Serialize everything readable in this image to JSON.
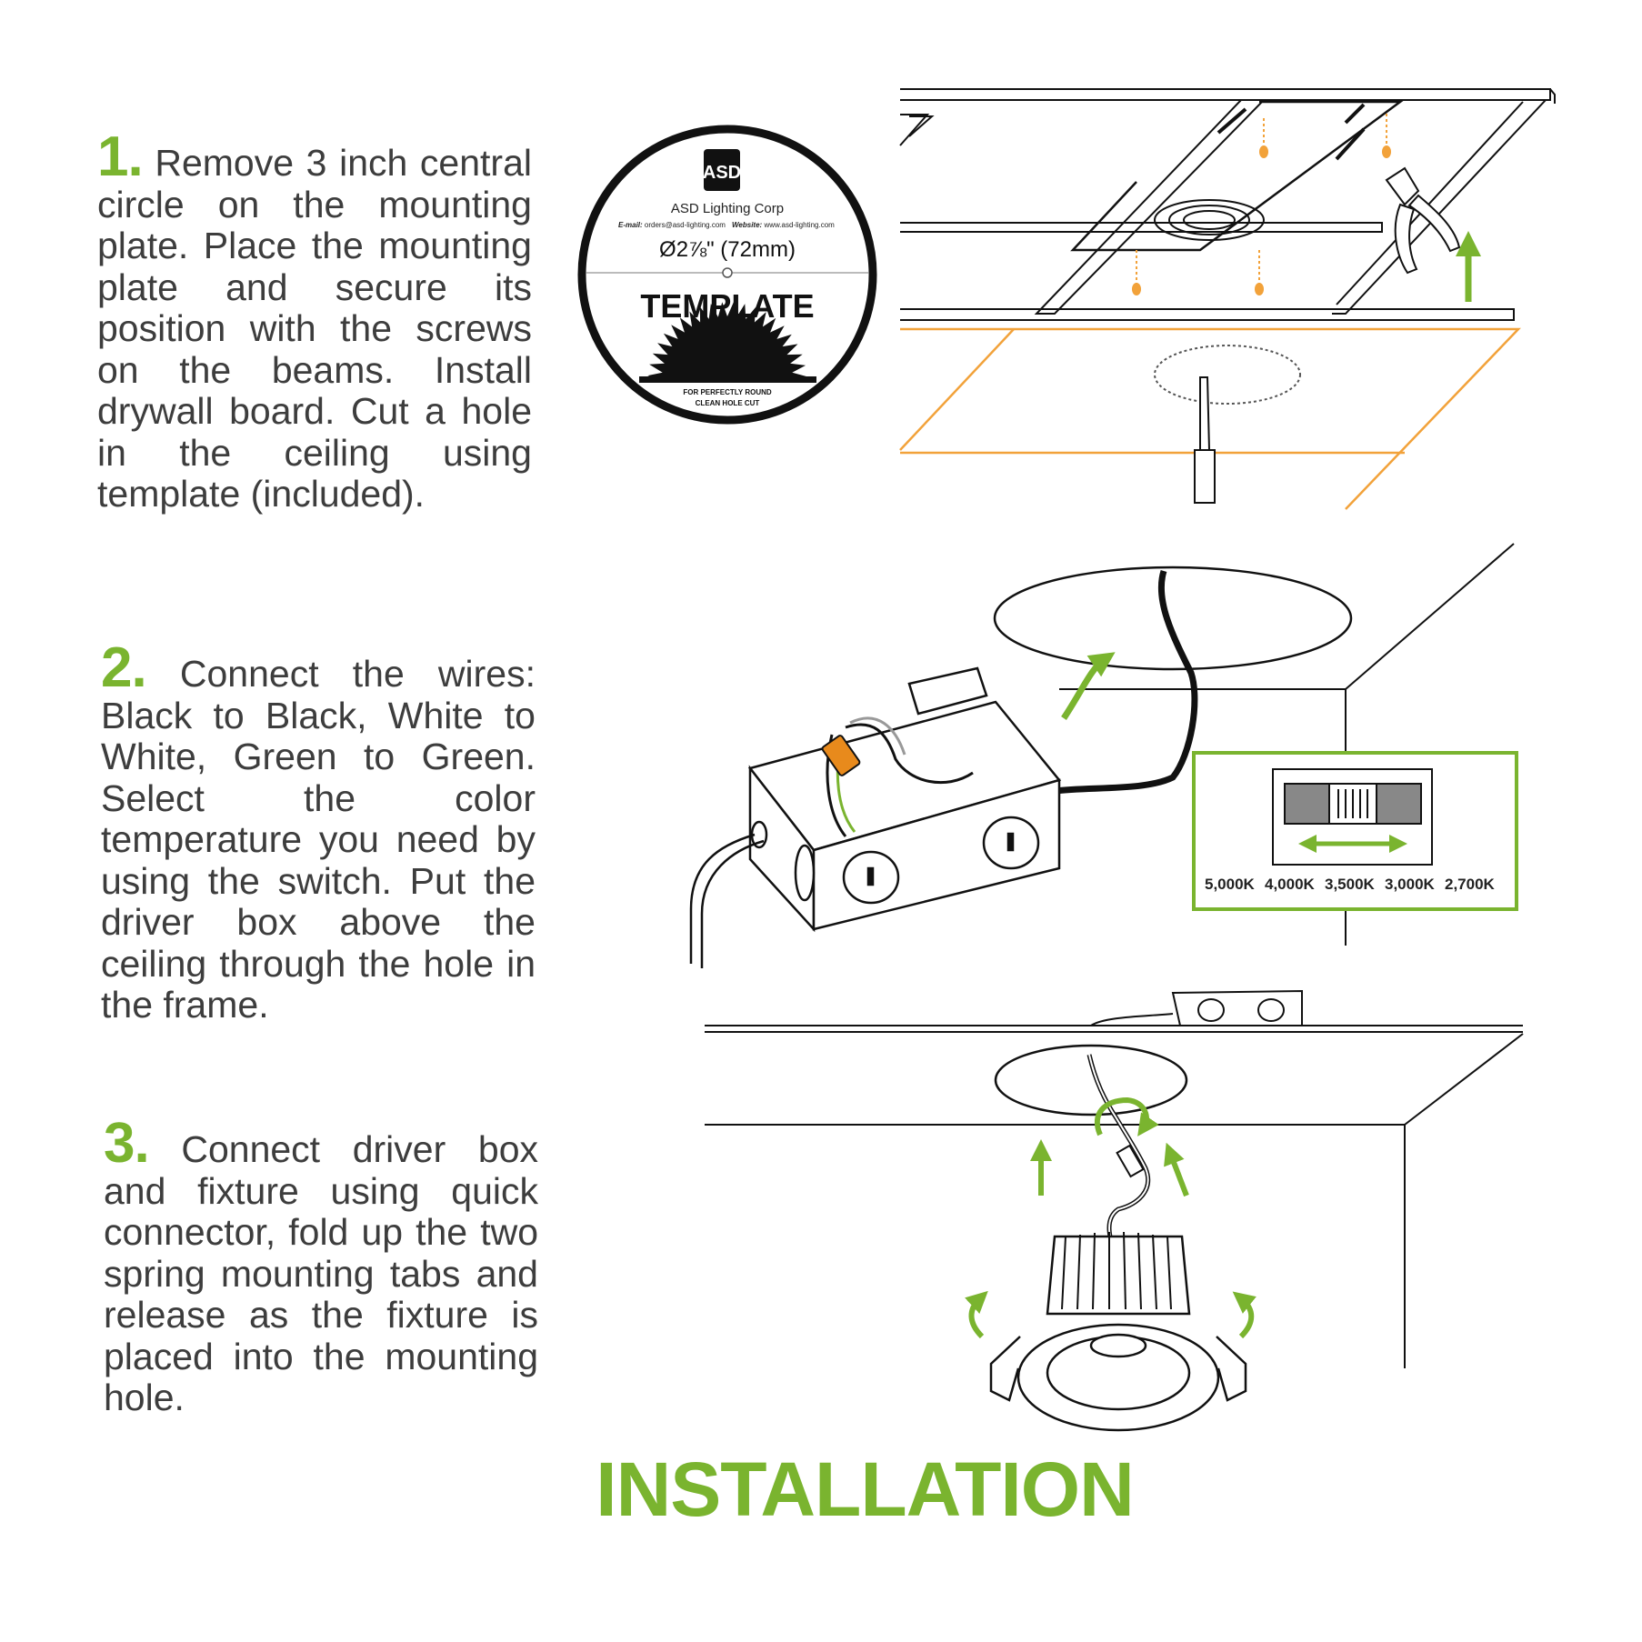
{
  "steps": [
    {
      "number": "1.",
      "text": " Remove 3 inch central circle on the mounting plate. Place the mounting plate and secure its position with the screws on the beams. Install drywall board. Cut a hole in the ceiling using template (included)."
    },
    {
      "number": "2.",
      "text": " Connect the wires: Black to Black, White to White, Green to Green. Select the color temperature you need by using the switch. Put the driver box above the ceiling through the hole in the frame."
    },
    {
      "number": "3.",
      "text": " Connect driver box and fixture using quick connector, fold up the two spring mounting tabs and release as the fixture is placed into the mounting hole."
    }
  ],
  "template": {
    "logo": "ASD",
    "company": "ASD Lighting Corp",
    "email_label": "E-mail:",
    "email": "orders@asd-lighting.com",
    "website_label": "Website:",
    "website": "www.asd-lighting.com",
    "size": "Ø2⅞\" (72mm)",
    "heading": "TEMPLATE",
    "tagline_1": "FOR PERFECTLY ROUND",
    "tagline_2": "CLEAN HOLE CUT"
  },
  "switch_labels": [
    "5,000K",
    "4,000K",
    "3,500K",
    "3,000K",
    "2,700K"
  ],
  "title": "INSTALLATION",
  "colors": {
    "accent": "#7ab42f",
    "orange": "#f2a23a",
    "ink": "#1a1a1a",
    "text": "#3d3d3d"
  }
}
